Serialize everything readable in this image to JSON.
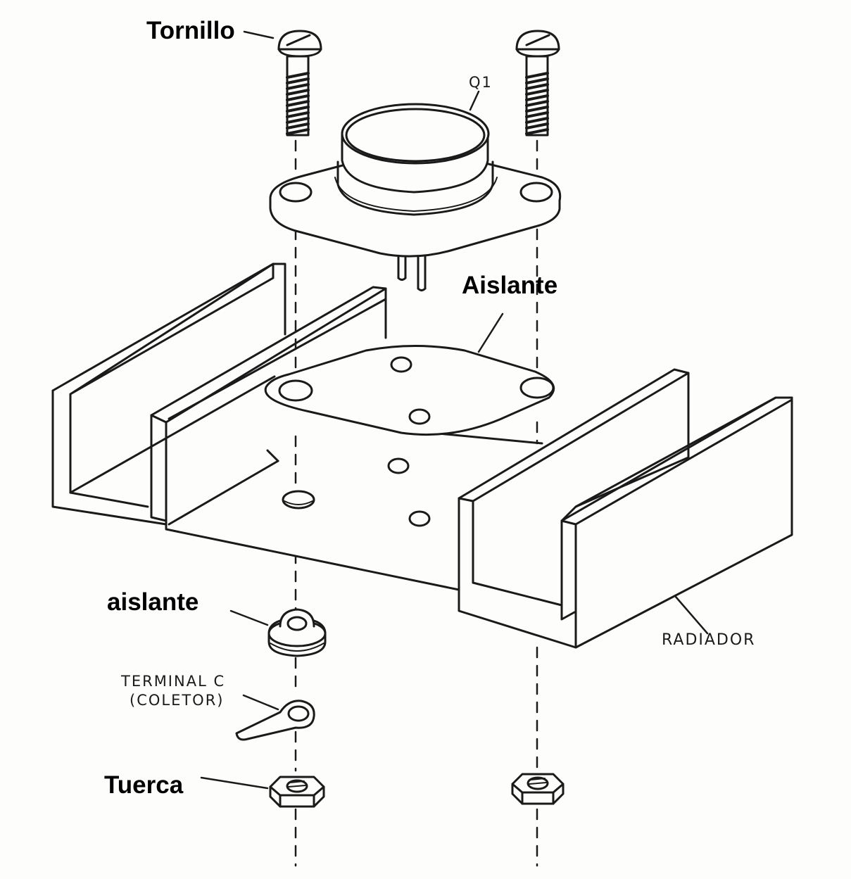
{
  "labels": {
    "tornillo": "Tornillo",
    "q1": "Q1",
    "aislante_top": "Aislante",
    "aislante_bottom": "aislante",
    "radiador": "RADIADOR",
    "terminal_line1": "TERMINAL C",
    "terminal_line2": "(COLETOR)",
    "tuerca": "Tuerca"
  },
  "colors": {
    "ink": "#1a1a1a",
    "paper": "#fdfdfb"
  }
}
